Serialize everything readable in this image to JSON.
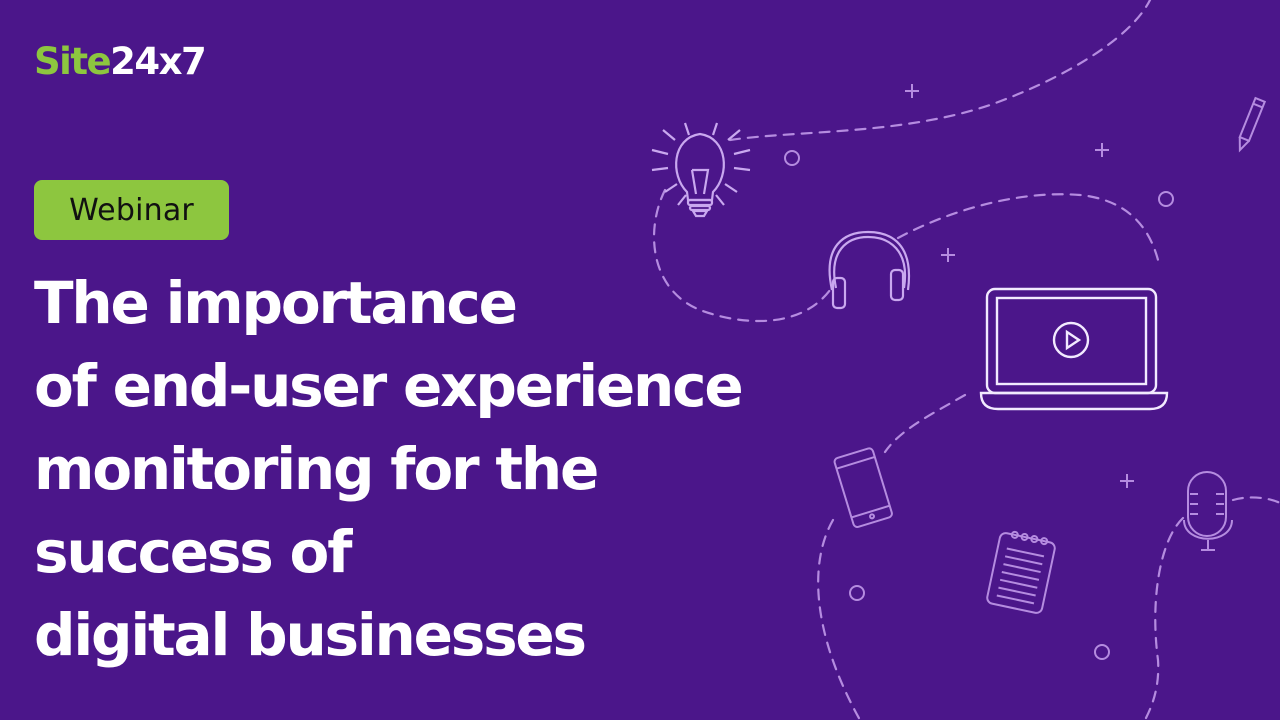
{
  "brand": {
    "logo_part1": "Site",
    "logo_part2": "24x7",
    "green": "#8dc63f",
    "background": "#4b168a"
  },
  "badge": {
    "label": "Webinar"
  },
  "title": {
    "lines": [
      "The importance",
      "of end-user experience",
      "monitoring for the",
      "success of",
      "digital businesses"
    ]
  },
  "illustration": {
    "icons": [
      "lightbulb-icon",
      "headphones-icon",
      "laptop-play-icon",
      "tablet-icon",
      "notepad-icon",
      "microphone-icon",
      "pencil-icon"
    ],
    "line_color": "#b58ce0"
  }
}
